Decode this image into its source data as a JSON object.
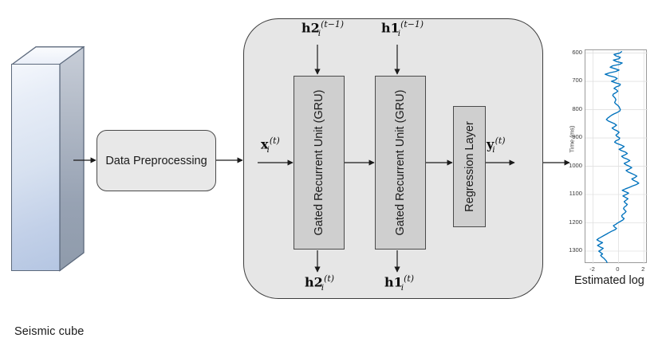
{
  "figure": {
    "type": "diagram",
    "description": "Seismic cube to GRU network pipeline producing an estimated well log"
  },
  "input_stage": {
    "cube_name": "seismic-cube",
    "caption": "Seismic cube"
  },
  "preprocess": {
    "label": "Data Preprocessing"
  },
  "network": {
    "container_name": "recurrent-network-container",
    "blocks": [
      {
        "id": "gru1",
        "label": "Gated Recurrent Unit (GRU)"
      },
      {
        "id": "gru2",
        "label": "Gated Recurrent Unit (GRU)"
      },
      {
        "id": "regression",
        "label": "Regression Layer"
      }
    ],
    "labels": {
      "h2_prev": {
        "base": "h2",
        "sub": "i",
        "sup": "(t−1)"
      },
      "h1_prev": {
        "base": "h1",
        "sub": "i",
        "sup": "(t−1)"
      },
      "h2_cur": {
        "base": "h2",
        "sub": "i",
        "sup": "(t)"
      },
      "h1_cur": {
        "base": "h1",
        "sub": "i",
        "sup": "(t)"
      },
      "x_in": {
        "base": "x",
        "sub": "i",
        "sup": "(t)"
      },
      "y_out": {
        "base": "y",
        "sub": "i",
        "sup": "(t)"
      }
    }
  },
  "output_stage": {
    "caption": "Estimated log"
  },
  "colors": {
    "container_fill": "#e6e6e6",
    "container_stroke": "#3d3d3d",
    "block_fill": "#cfcfcf",
    "block_stroke": "#4a4a4a",
    "proc_fill": "#e8e8e8",
    "curve": "#0072bd",
    "cube_front_light": "#f4f7fc",
    "cube_front_dark": "#b5c6e2",
    "cube_side_dark": "#8f9bab",
    "text": "#1a1a1a"
  },
  "chart_data": {
    "type": "line",
    "title": "",
    "xlabel": "",
    "ylabel": "Time (ms)",
    "xlim": [
      -2.6,
      2.3
    ],
    "ylim": [
      590,
      1345
    ],
    "y_inverted": true,
    "xticks": [
      -2,
      0,
      2
    ],
    "xticklabels": [
      "-2",
      "0",
      "2"
    ],
    "yticks": [
      600,
      700,
      800,
      900,
      1000,
      1100,
      1200,
      1300
    ],
    "yticklabels": [
      "600",
      "700",
      "800",
      "900",
      "1000",
      "1100",
      "1200",
      "1300"
    ],
    "grid": true,
    "legend": null,
    "series": [
      {
        "name": "estimated log",
        "color": "#0072bd",
        "orientation": "vertical",
        "y": [
          595,
          600,
          605,
          610,
          615,
          620,
          625,
          630,
          635,
          640,
          645,
          650,
          655,
          660,
          665,
          670,
          675,
          680,
          685,
          690,
          695,
          700,
          705,
          710,
          715,
          720,
          725,
          730,
          735,
          740,
          745,
          750,
          755,
          760,
          765,
          770,
          775,
          780,
          785,
          790,
          795,
          800,
          805,
          810,
          815,
          820,
          825,
          830,
          835,
          840,
          845,
          850,
          855,
          860,
          865,
          870,
          875,
          880,
          885,
          890,
          895,
          900,
          905,
          910,
          915,
          920,
          925,
          930,
          935,
          940,
          945,
          950,
          955,
          960,
          965,
          970,
          975,
          980,
          985,
          990,
          995,
          1000,
          1005,
          1010,
          1015,
          1020,
          1025,
          1030,
          1035,
          1040,
          1045,
          1050,
          1055,
          1060,
          1065,
          1070,
          1075,
          1080,
          1085,
          1090,
          1095,
          1100,
          1105,
          1110,
          1115,
          1120,
          1125,
          1130,
          1135,
          1140,
          1145,
          1150,
          1155,
          1160,
          1165,
          1170,
          1175,
          1180,
          1185,
          1190,
          1195,
          1200,
          1205,
          1210,
          1215,
          1220,
          1225,
          1230,
          1235,
          1240,
          1245,
          1250,
          1255,
          1260,
          1265,
          1270,
          1275,
          1280,
          1285,
          1290,
          1295,
          1300,
          1305,
          1310,
          1315,
          1320,
          1325,
          1330,
          1335,
          1340
        ],
        "x": [
          0.25,
          0.1,
          -0.35,
          -0.2,
          0.15,
          0.05,
          -0.4,
          -0.15,
          0.3,
          0.1,
          -0.45,
          -0.65,
          -0.3,
          0.05,
          -0.2,
          -0.7,
          -1.05,
          -0.75,
          -0.3,
          -0.1,
          -0.25,
          -0.55,
          -0.25,
          0.15,
          0.1,
          -0.2,
          -0.35,
          -0.15,
          -0.05,
          -0.2,
          -0.4,
          -0.45,
          -0.35,
          -0.25,
          -0.2,
          -0.25,
          -0.3,
          -0.2,
          -0.05,
          0.05,
          0.1,
          0.15,
          0.1,
          -0.1,
          -0.35,
          -0.55,
          -0.7,
          -0.85,
          -0.95,
          -0.8,
          -0.55,
          -0.3,
          -0.15,
          -0.3,
          -0.5,
          -0.35,
          -0.1,
          0.05,
          -0.05,
          -0.2,
          -0.1,
          0.1,
          0.05,
          -0.2,
          -0.3,
          -0.1,
          0.2,
          0.45,
          0.3,
          0.05,
          0.25,
          0.55,
          0.7,
          0.5,
          0.25,
          0.4,
          0.7,
          0.9,
          0.7,
          0.45,
          0.6,
          0.85,
          1.05,
          0.85,
          0.6,
          0.75,
          1.0,
          1.25,
          1.45,
          1.3,
          1.05,
          1.2,
          1.45,
          1.6,
          1.4,
          1.1,
          0.85,
          0.55,
          0.3,
          0.55,
          0.8,
          0.6,
          0.35,
          0.55,
          0.75,
          0.6,
          0.45,
          0.55,
          0.7,
          0.6,
          0.45,
          0.4,
          0.5,
          0.6,
          0.5,
          0.35,
          0.25,
          0.3,
          0.45,
          0.35,
          0.15,
          -0.05,
          -0.2,
          -0.4,
          -0.3,
          -0.15,
          -0.3,
          -0.55,
          -0.75,
          -0.95,
          -1.15,
          -1.35,
          -1.55,
          -1.7,
          -1.5,
          -1.25,
          -1.45,
          -1.65,
          -1.45,
          -1.2,
          -1.35,
          -1.55,
          -1.4,
          -1.25,
          -1.4,
          -1.3,
          -1.15,
          -1.05,
          -0.95,
          -0.9
        ]
      }
    ]
  }
}
